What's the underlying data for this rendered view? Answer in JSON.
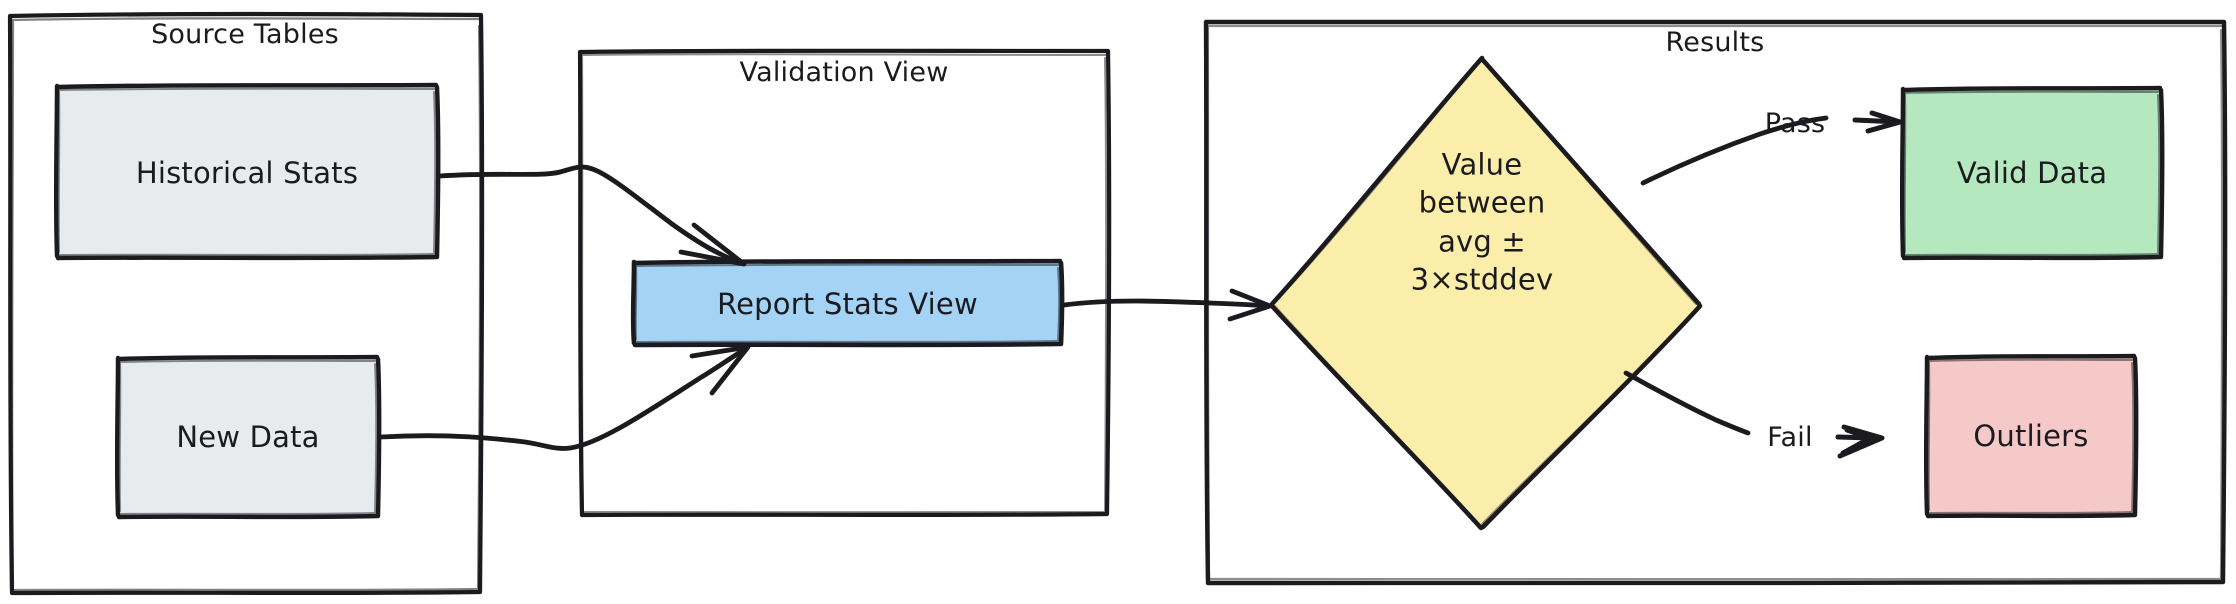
{
  "diagram": {
    "title": "Data Validation Flow",
    "style": "hand-drawn",
    "background": "#ffffff",
    "stroke_color": "#1b1b1f"
  },
  "groups": [
    {
      "id": "source-tables",
      "label": "Source Tables",
      "fill": "transparent",
      "stroke": "#1b1b1f"
    },
    {
      "id": "validation-view",
      "label": "Validation View",
      "fill": "transparent",
      "stroke": "#1b1b1f"
    },
    {
      "id": "results",
      "label": "Results",
      "fill": "transparent",
      "stroke": "#1b1b1f"
    }
  ],
  "nodes": [
    {
      "id": "historical-stats",
      "label": "Historical Stats",
      "shape": "rectangle",
      "fill": "#e7ebed",
      "stroke": "#1b1b1f"
    },
    {
      "id": "new-data",
      "label": "New Data",
      "shape": "rectangle",
      "fill": "#e7ebed",
      "stroke": "#1b1b1f"
    },
    {
      "id": "report-stats-view",
      "label": "Report Stats View",
      "shape": "rectangle",
      "fill": "#a5d3f5",
      "stroke": "#1b1b1f"
    },
    {
      "id": "validation-decision",
      "label": "Value\nbetween\navg ±\n3×stddev",
      "shape": "diamond",
      "fill": "#fbeeab",
      "stroke": "#1b1b1f"
    },
    {
      "id": "valid-data",
      "label": "Valid Data",
      "shape": "rectangle",
      "fill": "#b5e8bf",
      "stroke": "#1b1b1f"
    },
    {
      "id": "outliers",
      "label": "Outliers",
      "shape": "rectangle",
      "fill": "#f6c9c9",
      "stroke": "#1b1b1f"
    }
  ],
  "edges": [
    {
      "id": "historical-to-report",
      "from": "historical-stats",
      "to": "report-stats-view",
      "label": ""
    },
    {
      "id": "new-data-to-report",
      "from": "new-data",
      "to": "report-stats-view",
      "label": ""
    },
    {
      "id": "report-to-decision",
      "from": "report-stats-view",
      "to": "validation-decision",
      "label": ""
    },
    {
      "id": "decision-to-valid",
      "from": "validation-decision",
      "to": "valid-data",
      "label": "Pass"
    },
    {
      "id": "decision-to-outliers",
      "from": "validation-decision",
      "to": "outliers",
      "label": "Fail"
    }
  ]
}
